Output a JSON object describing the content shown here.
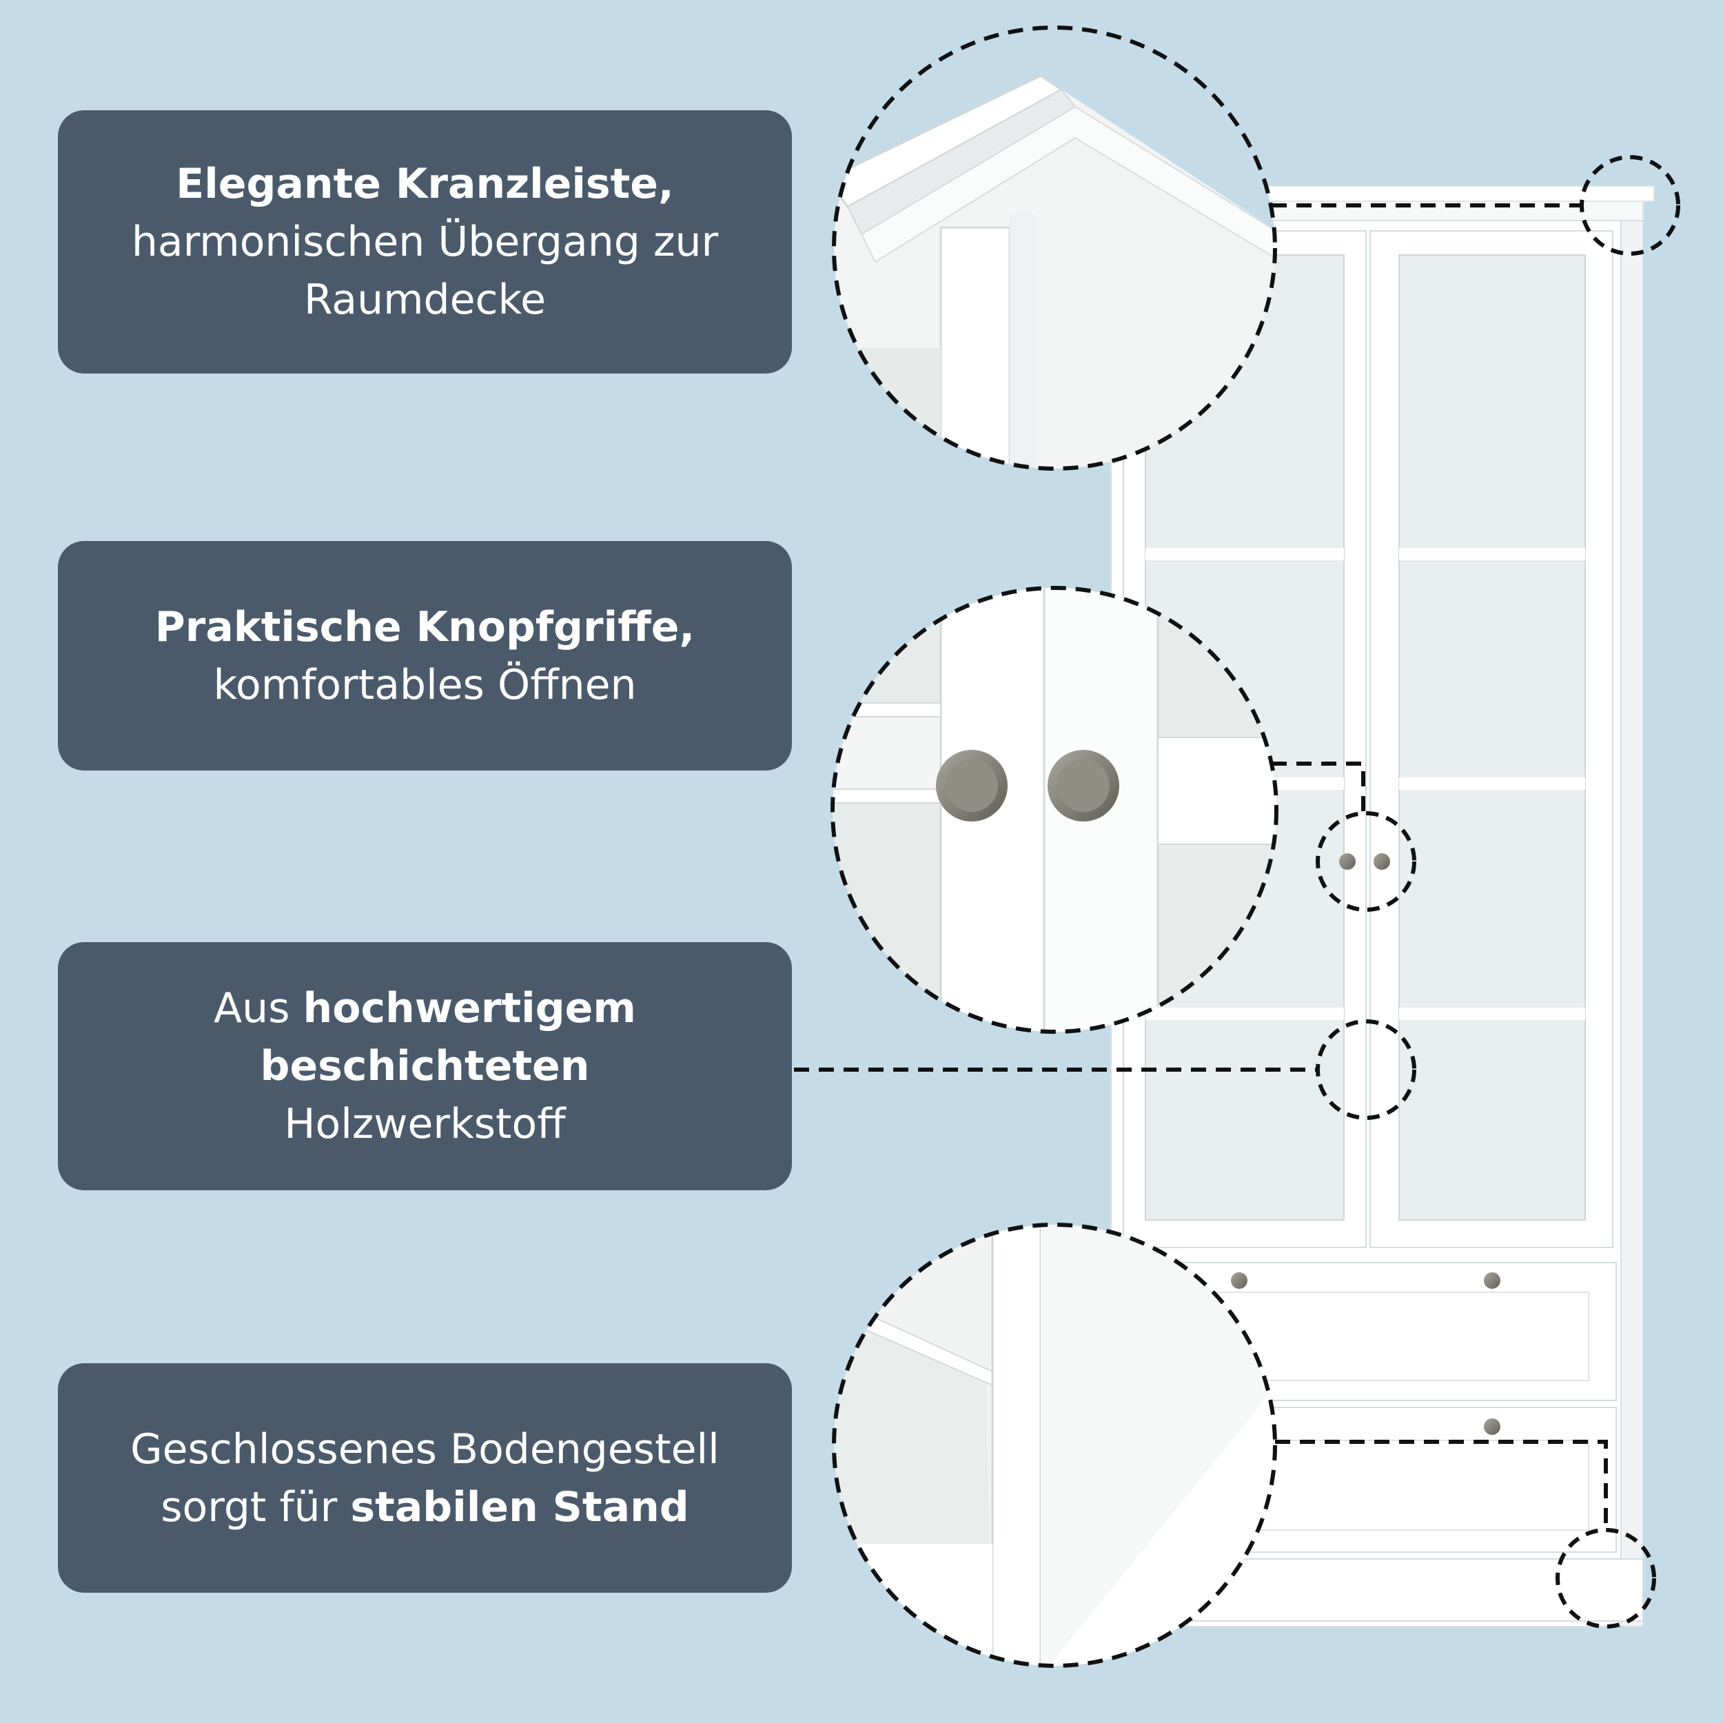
{
  "callouts": [
    {
      "lines": [
        {
          "parts": [
            {
              "text": "Elegante Kranzleiste,",
              "bold": true
            }
          ]
        },
        {
          "parts": [
            {
              "text": "harmonischen Übergang zur",
              "bold": false
            }
          ]
        },
        {
          "parts": [
            {
              "text": "Raumdecke",
              "bold": false
            }
          ]
        }
      ]
    },
    {
      "lines": [
        {
          "parts": [
            {
              "text": "Praktische Knopfgriffe,",
              "bold": true
            }
          ]
        },
        {
          "parts": [
            {
              "text": "komfortables Öffnen",
              "bold": false
            }
          ]
        }
      ]
    },
    {
      "lines": [
        {
          "parts": [
            {
              "text": "Aus ",
              "bold": false
            },
            {
              "text": "hochwertigem",
              "bold": true
            }
          ]
        },
        {
          "parts": [
            {
              "text": "beschichteten",
              "bold": true
            }
          ]
        },
        {
          "parts": [
            {
              "text": "Holzwerkstoff",
              "bold": false
            }
          ]
        }
      ]
    },
    {
      "lines": [
        {
          "parts": [
            {
              "text": "Geschlossenes Bodengestell",
              "bold": false
            }
          ]
        },
        {
          "parts": [
            {
              "text": "sorgt für ",
              "bold": false
            },
            {
              "text": "stabilen Stand",
              "bold": true
            }
          ]
        }
      ]
    }
  ],
  "colors": {
    "background": "#c5dce8",
    "callout": "#4b5a6b",
    "callout_text": "#ffffff",
    "cabinet": "#ffffff",
    "dash": "#111111",
    "knob": "#8a8880"
  },
  "icons": [
    "zoom-detail-circle",
    "knob-icon"
  ]
}
